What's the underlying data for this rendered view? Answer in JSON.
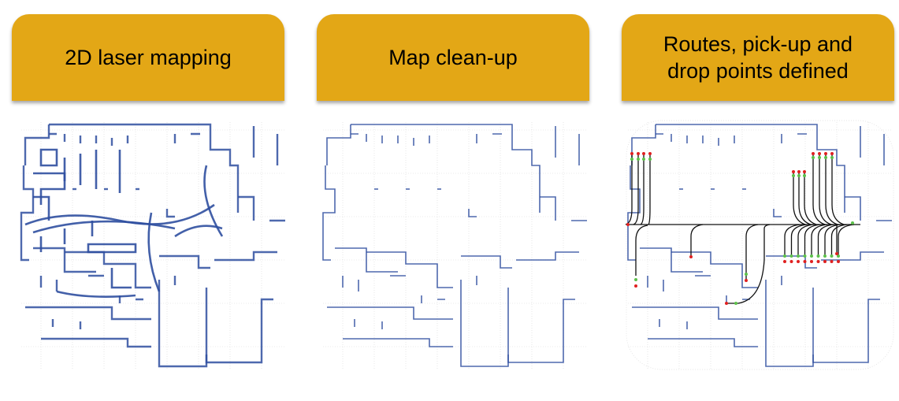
{
  "steps": [
    {
      "label": "2D laser mapping",
      "image": "raw-laser-map"
    },
    {
      "label": "Map clean-up",
      "image": "cleaned-map"
    },
    {
      "label": "Routes, pick-up and drop points defined",
      "image": "map-with-routes"
    }
  ],
  "colors": {
    "header": "#e3a716",
    "walls": "#2f4fa0",
    "route": "#111111",
    "pickup": "#5cc04a",
    "drop": "#e02020"
  }
}
